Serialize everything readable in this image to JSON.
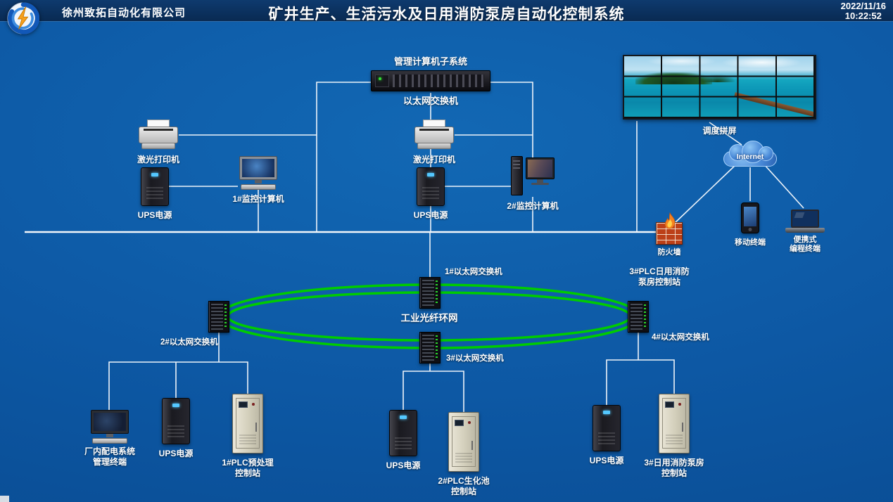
{
  "header": {
    "company": "徐州致拓自动化有限公司",
    "title": "矿井生产、生活污水及日用消防泵房自动化控制系统",
    "date": "2022/11/16",
    "time": "10:22:52"
  },
  "top": {
    "mgmt_label": "管理计算机子系统",
    "eth_label": "以太网交换机",
    "videowall_label": "调度拼屏",
    "internet_label": "Internet",
    "mobile_label": "移动终端",
    "portable_label": [
      "便携式",
      "编程终端"
    ],
    "firewall_label": "防火墙"
  },
  "workstations": {
    "printer1_label": "激光打印机",
    "ups1_label": "UPS电源",
    "computer1_label": "1#监控计算机",
    "printer2_label": "激光打印机",
    "ups2_label": "UPS电源",
    "computer2_label": "2#监控计算机"
  },
  "ring": {
    "switch1_label": "1#以太网交换机",
    "switch2_label": "2#以太网交换机",
    "switch3_label": "3#以太网交换机",
    "switch4_label": "4#以太网交换机",
    "ring_label": "工业光纤环网",
    "remote_station_label": [
      "3#PLC日用消防",
      "泵房控制站"
    ]
  },
  "stations": {
    "terminal_label": [
      "厂内配电系统",
      "管理终端"
    ],
    "ups_left_label": "UPS电源",
    "cabinet1_label": [
      "1#PLC预处理",
      "控制站"
    ],
    "ups_mid_label": "UPS电源",
    "cabinet2_label": [
      "2#PLC生化池",
      "控制站"
    ],
    "ups_right_label": "UPS电源",
    "cabinet3_label": [
      "3#日用消防泵房",
      "控制站"
    ]
  },
  "colors": {
    "ring_green": "#00cc00",
    "line": "#eef4fa",
    "header_bg": "#0b3263",
    "canvas_blue": "#0d58a4",
    "firewall_red": "#bc4018"
  }
}
